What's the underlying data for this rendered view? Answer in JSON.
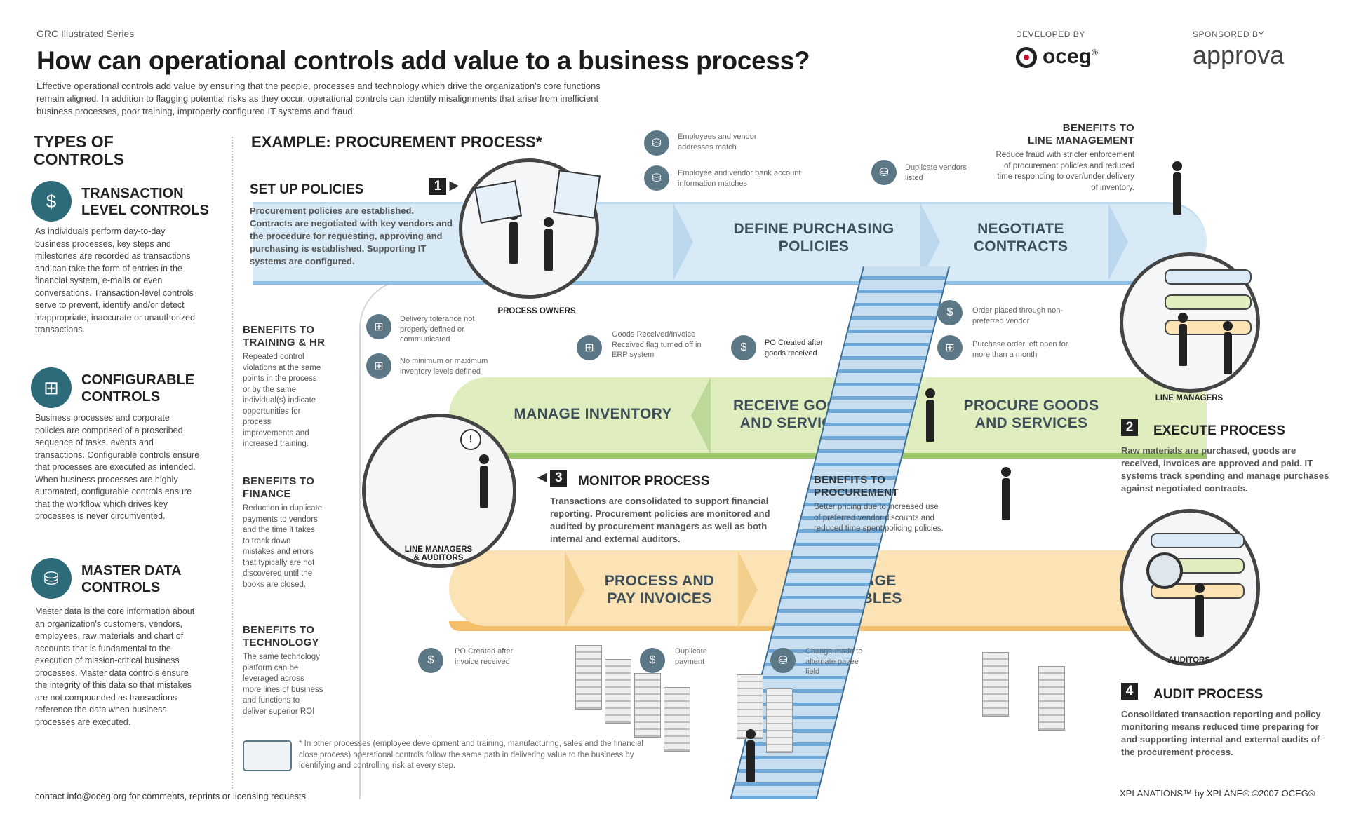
{
  "header": {
    "series": "GRC Illustrated Series",
    "title": "How can operational controls add value to a business process?",
    "intro": "Effective operational controls add value by ensuring that the people, processes and technology which drive the organization's core functions remain aligned. In addition to flagging potential risks as they occur, operational controls can identify misalignments that arise from inefficient business processes, poor training, improperly configured IT systems and fraud.",
    "developed_by": "DEVELOPED BY",
    "developer": "oceg",
    "sponsored_by": "SPONSORED BY",
    "sponsor": "approva"
  },
  "types": {
    "title_line1": "TYPES OF",
    "title_line2": "CONTROLS",
    "transaction": {
      "head1": "TRANSACTION",
      "head2": "LEVEL CONTROLS",
      "text": "As individuals perform day-to-day business processes, key steps and milestones are recorded as transactions and can take the form of entries in the financial system, e-mails or even conversations. Transaction-level controls serve to prevent, identify and/or detect inappropriate, inaccurate or unauthorized transactions."
    },
    "configurable": {
      "head1": "CONFIGURABLE",
      "head2": "CONTROLS",
      "text": "Business processes and corporate policies are comprised of a proscribed sequence of tasks, events and transactions. Configurable controls ensure that processes are executed as intended. When business processes are highly automated, configurable controls ensure that the workflow which drives key processes is never circumvented."
    },
    "master": {
      "head1": "MASTER DATA",
      "head2": "CONTROLS",
      "text": "Master data is the core information about an organization's customers, vendors, employees, raw materials and chart of accounts that is fundamental to the execution of mission-critical business processes. Master data controls ensure the integrity of this data so that mistakes are not compounded as transactions reference the data when business processes are executed."
    }
  },
  "benefits": {
    "training": {
      "head1": "BENEFITS TO",
      "head2": "TRAINING & HR",
      "text": "Repeated control violations at the same points in the process or by the same individual(s) indicate opportunities for process improvements and increased training."
    },
    "finance": {
      "head1": "BENEFITS TO",
      "head2": "FINANCE",
      "text": "Reduction in duplicate payments to vendors and the time it takes to track down mistakes and errors that typically are not discovered until the books are closed."
    },
    "technology": {
      "head1": "BENEFITS TO",
      "head2": "TECHNOLOGY",
      "text": "The same technology platform can be leveraged across more lines of business and functions to deliver superior ROI"
    },
    "line_mgmt": {
      "head1": "BENEFITS TO",
      "head2": "LINE MANAGEMENT",
      "text": "Reduce fraud with stricter enforcement of procurement policies and reduced time responding to over/under delivery of inventory."
    },
    "procurement": {
      "head1": "BENEFITS TO",
      "head2": "PROCUREMENT",
      "text": "Better pricing due to increased use of preferred vendor discounts and reduced time spent policing policies."
    }
  },
  "example_title": "EXAMPLE: PROCUREMENT PROCESS*",
  "steps": {
    "s1": {
      "num": "1",
      "head": "SET UP POLICIES",
      "text": "Procurement policies are established. Contracts are negotiated with key vendors and the procedure for requesting, approving and purchasing is established. Supporting IT systems are configured."
    },
    "s2": {
      "num": "2",
      "head": "EXECUTE PROCESS",
      "text": "Raw materials are purchased, goods are received, invoices are approved and paid. IT systems track spending and manage purchases against negotiated contracts."
    },
    "s3": {
      "num": "3",
      "head": "MONITOR PROCESS",
      "text": "Transactions are consolidated to support financial reporting. Procurement policies are monitored and audited by procurement managers as well as both internal and external auditors."
    },
    "s4": {
      "num": "4",
      "head": "AUDIT PROCESS",
      "text": "Consolidated transaction reporting and policy monitoring means reduced time preparing for and supporting internal and external audits of the procurement process."
    }
  },
  "stages": {
    "define1": "DEFINE PURCHASING",
    "define2": "POLICIES",
    "negotiate1": "NEGOTIATE",
    "negotiate2": "CONTRACTS",
    "inventory": "MANAGE INVENTORY",
    "receive1": "RECEIVE GOODS",
    "receive2": "AND SERVICES",
    "procure1": "PROCURE GOODS",
    "procure2": "AND SERVICES",
    "pay1": "PROCESS AND",
    "pay2": "PAY INVOICES",
    "payables1": "MANAGE",
    "payables2": "PAYABLES"
  },
  "circles": {
    "owners": "PROCESS OWNERS",
    "line_managers": "LINE MANAGERS",
    "line_auditors1": "LINE MANAGERS",
    "line_auditors2": "& AUDITORS",
    "auditors": "AUDITORS"
  },
  "annotations": {
    "a1": "Employees and vendor addresses match",
    "a2": "Employee and vendor bank account information matches",
    "a3": "Duplicate vendors listed",
    "a4": "Delivery tolerance not properly defined or communicated",
    "a5": "No minimum or maximum inventory levels defined",
    "a6": "Goods Received/Invoice Received flag turned off in ERP system",
    "a7": "PO Created after goods received",
    "a8": "Order placed through non-preferred vendor",
    "a9": "Purchase order left open for more than a month",
    "a10": "PO Created after invoice received",
    "a11": "Duplicate payment",
    "a12": "Change made to alternate payee field"
  },
  "footnote": "* In other processes (employee development and training, manufacturing, sales and the financial close process) operational controls follow the same path in delivering value to the business by identifying and controlling risk at every step.",
  "footer": {
    "contact": "contact info@oceg.org for comments, reprints or licensing requests",
    "credit": "XPLANATIONS™ by XPLANE®    ©2007 OCEG®"
  }
}
